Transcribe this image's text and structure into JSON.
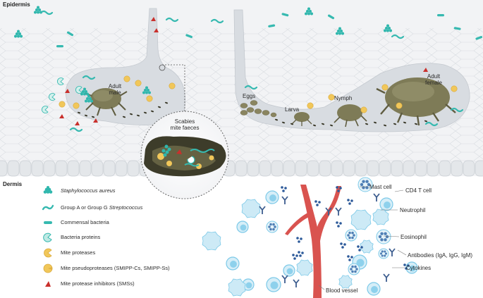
{
  "sections": {
    "epidermis": "Epidermis",
    "dermis": "Dermis"
  },
  "burrow_labels": {
    "adult_male": "Adult\nmale",
    "eggs": "Eggs",
    "larva": "Larva",
    "nymph": "Nymph",
    "adult_female": "Adult\nfemale",
    "faeces": "Scabies\nmite faeces"
  },
  "dermis_labels": {
    "mast_cell": "Mast cell",
    "cd4_t_cell": "CD4 T cell",
    "neutrophil": "Neutrophil",
    "eosinophil": "Eosinophil",
    "antibodies": "Antibodies (IgA, IgG, IgM)",
    "cytokines": "Cytokines",
    "blood_vessel": "Blood vessel"
  },
  "legend": [
    {
      "icon": "staph-aureus-icon",
      "pre": "",
      "italic": "Staphylococcus aureus",
      "post": ""
    },
    {
      "icon": "streptococcus-icon",
      "pre": "Group A or Group G ",
      "italic": "Streptococcus",
      "post": ""
    },
    {
      "icon": "commensal-bacteria-icon",
      "pre": "Commensal bacteria",
      "italic": "",
      "post": ""
    },
    {
      "icon": "bacteria-protein-icon",
      "pre": "Bacteria proteins",
      "italic": "",
      "post": ""
    },
    {
      "icon": "mite-protease-icon",
      "pre": "Mite proteases",
      "italic": "",
      "post": ""
    },
    {
      "icon": "mite-pseudoprotease-icon",
      "pre": "Mite pseudoproteases (SMIPP-Cs, SMIPP-Ss)",
      "italic": "",
      "post": ""
    },
    {
      "icon": "mite-protease-inhibitor-icon",
      "pre": "Mite protease inhibitors (SMSs)",
      "italic": "",
      "post": ""
    }
  ],
  "colors": {
    "skin_bg": "#eef0f2",
    "burrow": "#d9dde2",
    "staph": "#2fb7ad",
    "strep": "#36b9b0",
    "protease": "#f1c75a",
    "inhibitor": "#c9302c",
    "mite": "#7d7a55",
    "faeces": "#3b3a2a",
    "vessel": "#d9534f",
    "immune_cell": "#7cc9e8"
  }
}
